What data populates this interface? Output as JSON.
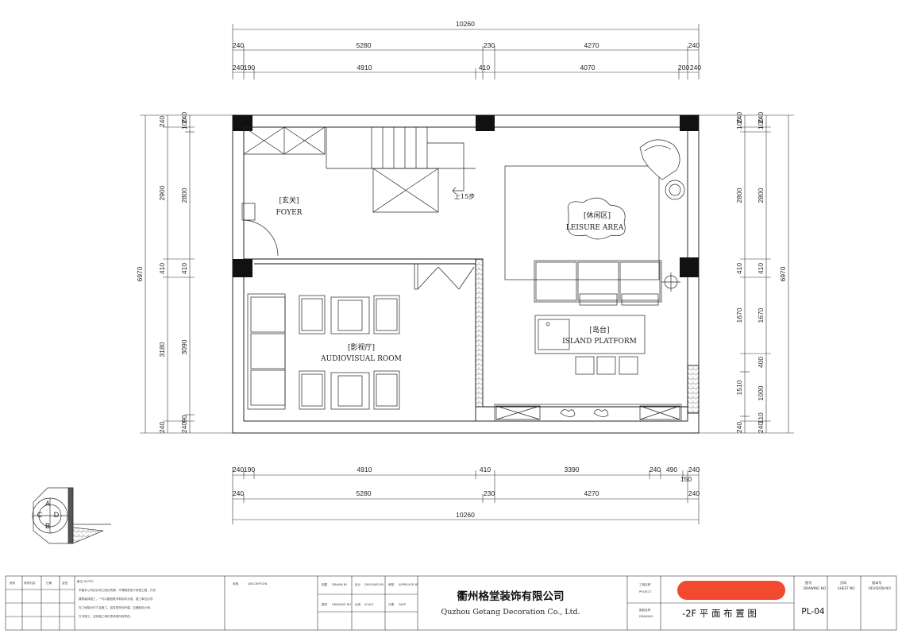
{
  "dimensions": {
    "top_total": "10260",
    "top_row2": [
      "240",
      "5280",
      "230",
      "4270",
      "240"
    ],
    "top_row3": [
      "240",
      "190",
      "4910",
      "410",
      "4070",
      "200",
      "240"
    ],
    "bottom_row1": [
      "240",
      "190",
      "4910",
      "410",
      "3390",
      "240",
      "490",
      "240"
    ],
    "bottom_extra": "150",
    "bottom_row2": [
      "240",
      "5280",
      "230",
      "4270",
      "240"
    ],
    "bottom_total": "10260",
    "left_total": "6970",
    "left_outer": [
      "240",
      "2900",
      "410",
      "3180",
      "240"
    ],
    "left_inner": [
      "100",
      "240",
      "2800",
      "410",
      "3090",
      "240",
      "90"
    ],
    "right_total": "6970",
    "right_outer": [
      "100",
      "240",
      "2800",
      "410",
      "1670",
      "1510",
      "240"
    ],
    "right_inner": [
      "100",
      "240",
      "2800",
      "410",
      "1670",
      "400",
      "1000",
      "110",
      "240"
    ]
  },
  "rooms": {
    "foyer_cn": "[玄关]",
    "foyer_en": "FOYER",
    "leisure_cn": "[休闲区]",
    "leisure_en": "LEISURE AREA",
    "av_cn": "[影视厅]",
    "av_en": "AUDIOVISUAL ROOM",
    "island_cn": "[岛台]",
    "island_en": "ISLAND PLATFORM",
    "stair_note": "上15步"
  },
  "compass": [
    "A",
    "C",
    "D",
    "B"
  ],
  "title_block": {
    "col_headers": [
      "修改",
      "修改内容",
      "日期",
      "会签"
    ],
    "notes_title": "备注 NOTES",
    "notes_text": [
      "本图本公司设计师之知识资源，不得随意用于其他工程，只供",
      "建筑装饰施工，一切以图纸数字和实际为准，施工单位必须",
      "在工地核对尺寸及施工。如发现任何矛盾，应通知设计师，",
      "方可施工。否则施工单位须承担所有责任。"
    ],
    "desc_label": "说明",
    "desc_en": "DESCRIPTION",
    "staff": [
      [
        "制图",
        "DRAWN BY"
      ],
      [
        "设计",
        "DESIGNED BY"
      ],
      [
        "审核",
        "APPROVED BY"
      ],
      [
        "图号",
        "DRAWING NO"
      ],
      [
        "比例",
        "SCALE"
      ],
      [
        "日期",
        "DATE"
      ]
    ],
    "company_cn": "衢州格堂装饰有限公司",
    "company_en": "Quzhou Getang Decoration Co., Ltd.",
    "project_label": "工程名称",
    "project_en": "PROJECT",
    "drawing_label": "图纸名称",
    "drawing_en": "DRAWING",
    "drawing_title": "-2F 平 面 布 置 图",
    "sheet_no": "PL-04",
    "right_labels": [
      [
        "图号",
        "DRAWING NO"
      ],
      [
        "页码",
        "SHEET NO"
      ],
      [
        "版本号",
        "REVISION NO"
      ]
    ],
    "accent_color": "#f24a2e"
  }
}
